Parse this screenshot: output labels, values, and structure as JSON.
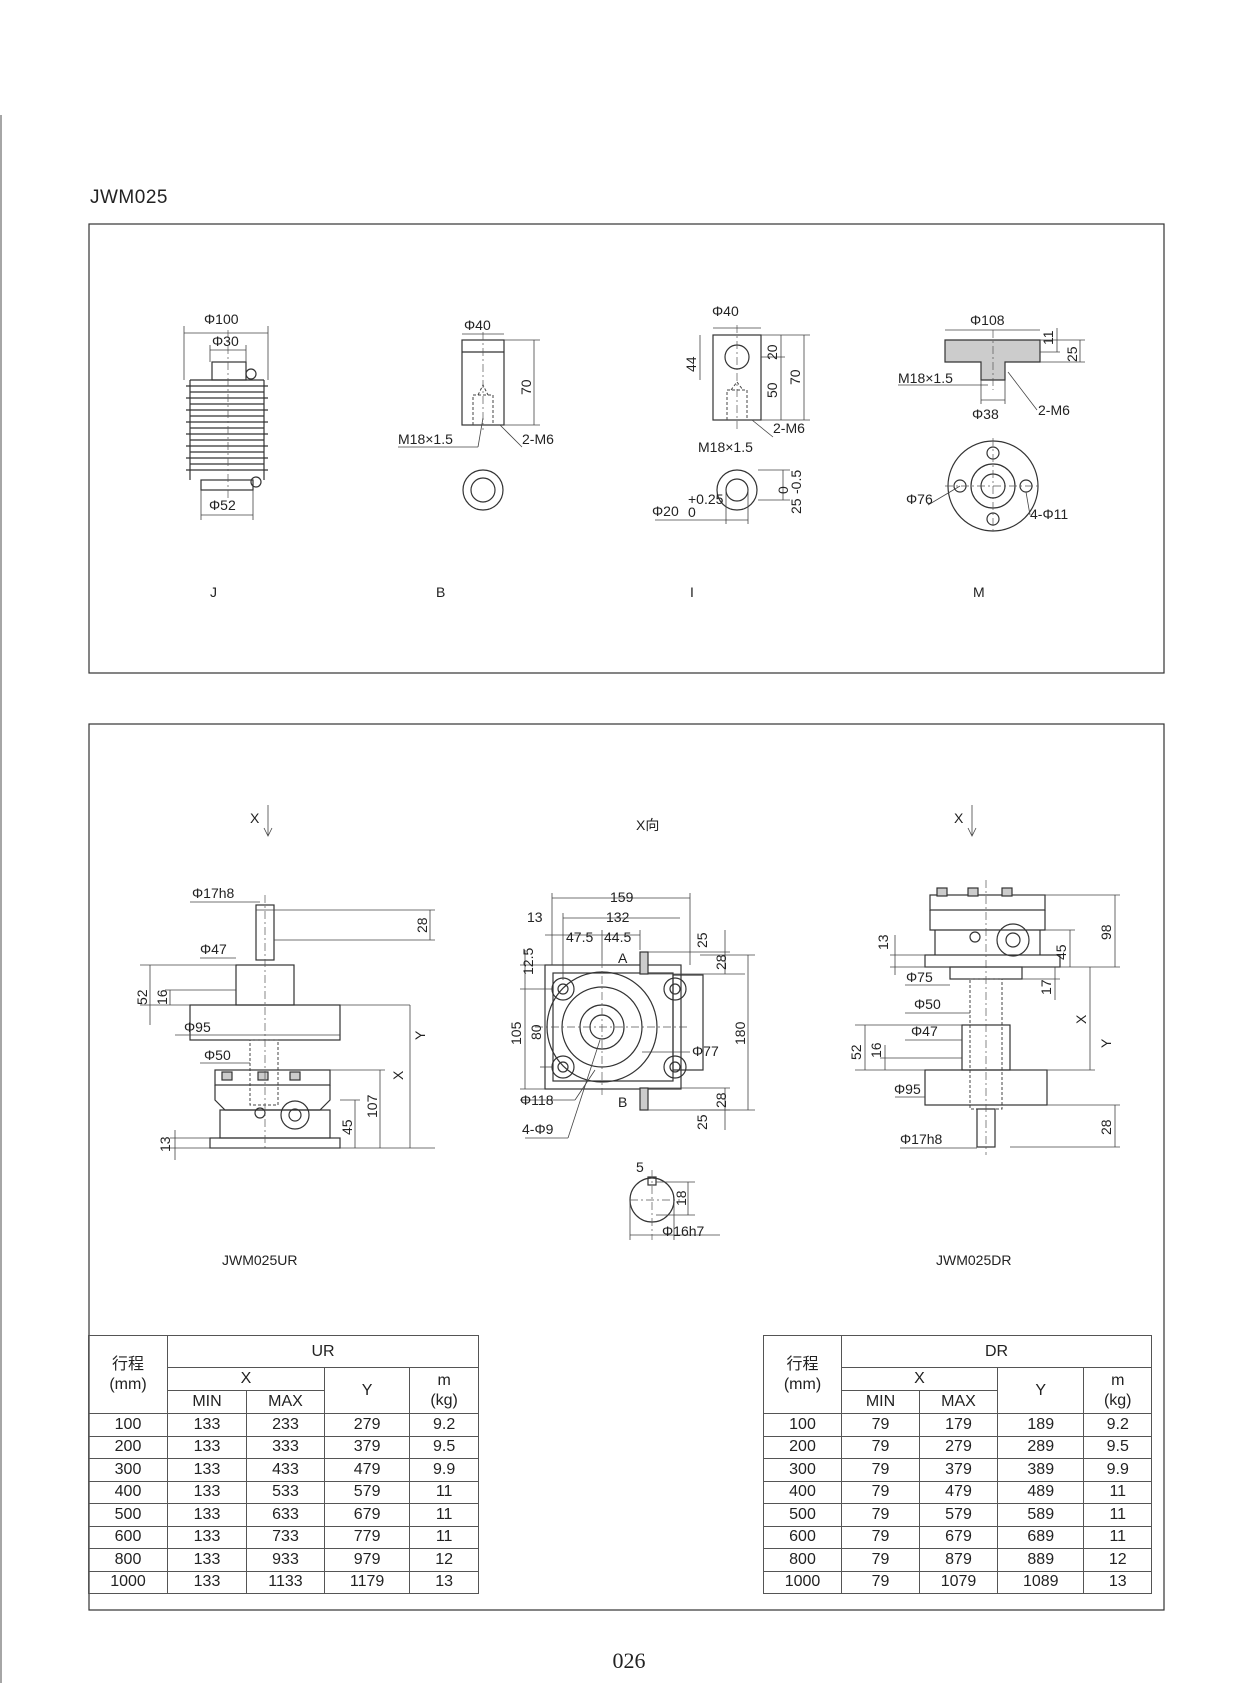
{
  "page": {
    "title": "JWM025",
    "page_number": "026"
  },
  "top_panel": {
    "labels": {
      "j": "J",
      "b": "B",
      "i": "I",
      "m": "M"
    },
    "j": {
      "d1": "Φ100",
      "d2": "Φ30",
      "d3": "Φ52"
    },
    "b": {
      "d1": "Φ40",
      "d2": "70",
      "d3": "M18×1.5",
      "d4": "2-M6"
    },
    "i": {
      "d1": "Φ40",
      "d2": "44",
      "d3": "20",
      "d4": "50",
      "d5": "70",
      "d6": "2-M6",
      "d7": "M18×1.5",
      "d8": "Φ20",
      "d8_tol": "+0.25",
      "d8_tol2": "0",
      "d9": "25",
      "d9_tol": "0",
      "d9_tol2": "-0.5"
    },
    "m": {
      "d1": "Φ108",
      "d2": "11",
      "d3": "25",
      "d4": "M18×1.5",
      "d5": "Φ38",
      "d6": "2-M6",
      "d7": "Φ76",
      "d8": "4-Φ11"
    }
  },
  "bottom_panel": {
    "ur": {
      "arrow_label": "X",
      "caption": "JWM025UR",
      "d1": "Φ17h8",
      "d2": "28",
      "d3": "Φ47",
      "d4": "52",
      "d5": "16",
      "d6": "Φ95",
      "d7": "Φ50",
      "d8": "Y",
      "d9": "X",
      "d10": "107",
      "d11": "45",
      "d12": "13"
    },
    "xview": {
      "caption": "X向",
      "d1": "159",
      "d2": "132",
      "d3": "13",
      "d4": "47.5",
      "d5": "44.5",
      "d6": "25",
      "d7": "28",
      "d8": "12.5",
      "d9": "A",
      "d10": "105",
      "d11": "80",
      "d12": "180",
      "d13": "Φ77",
      "d14": "Φ118",
      "d15": "B",
      "d16": "4-Φ9",
      "d17": "28",
      "d18": "25",
      "d19": "5",
      "d20": "18",
      "d21": "Φ16h7"
    },
    "dr": {
      "arrow_label": "X",
      "caption": "JWM025DR",
      "d1": "13",
      "d2": "45",
      "d3": "98",
      "d4": "Φ75",
      "d5": "Φ50",
      "d6": "17",
      "d7": "Φ47",
      "d8": "52",
      "d9": "16",
      "d10": "X",
      "d11": "Y",
      "d12": "Φ95",
      "d13": "28",
      "d14": "Φ17h8"
    }
  },
  "tables": {
    "ur": {
      "group": "UR",
      "stroke_header": "行程",
      "stroke_unit": "(mm)",
      "x_header": "X",
      "min": "MIN",
      "max": "MAX",
      "y_header": "Y",
      "m_header": "m",
      "m_unit": "(kg)",
      "rows": [
        [
          "100",
          "133",
          "233",
          "279",
          "9.2"
        ],
        [
          "200",
          "133",
          "333",
          "379",
          "9.5"
        ],
        [
          "300",
          "133",
          "433",
          "479",
          "9.9"
        ],
        [
          "400",
          "133",
          "533",
          "579",
          "11"
        ],
        [
          "500",
          "133",
          "633",
          "679",
          "11"
        ],
        [
          "600",
          "133",
          "733",
          "779",
          "11"
        ],
        [
          "800",
          "133",
          "933",
          "979",
          "12"
        ],
        [
          "1000",
          "133",
          "1133",
          "1179",
          "13"
        ]
      ]
    },
    "dr": {
      "group": "DR",
      "stroke_header": "行程",
      "stroke_unit": "(mm)",
      "x_header": "X",
      "min": "MIN",
      "max": "MAX",
      "y_header": "Y",
      "m_header": "m",
      "m_unit": "(kg)",
      "rows": [
        [
          "100",
          "79",
          "179",
          "189",
          "9.2"
        ],
        [
          "200",
          "79",
          "279",
          "289",
          "9.5"
        ],
        [
          "300",
          "79",
          "379",
          "389",
          "9.9"
        ],
        [
          "400",
          "79",
          "479",
          "489",
          "11"
        ],
        [
          "500",
          "79",
          "579",
          "589",
          "11"
        ],
        [
          "600",
          "79",
          "679",
          "689",
          "11"
        ],
        [
          "800",
          "79",
          "879",
          "889",
          "12"
        ],
        [
          "1000",
          "79",
          "1079",
          "1089",
          "13"
        ]
      ]
    }
  }
}
